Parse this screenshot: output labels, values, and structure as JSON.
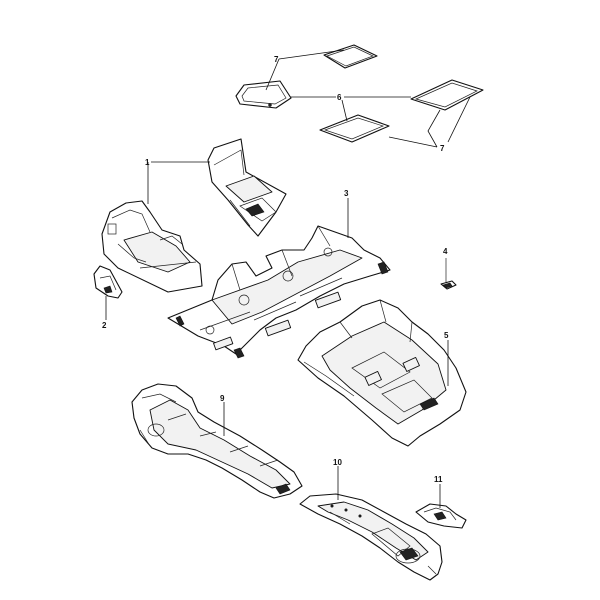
{
  "callouts": {
    "c1": "1",
    "c2": "2",
    "c3": "3",
    "c4": "4",
    "c5": "5",
    "c6": "6",
    "c7a": "7",
    "c7b": "7",
    "c9": "9",
    "c10": "10",
    "c11": "11"
  }
}
